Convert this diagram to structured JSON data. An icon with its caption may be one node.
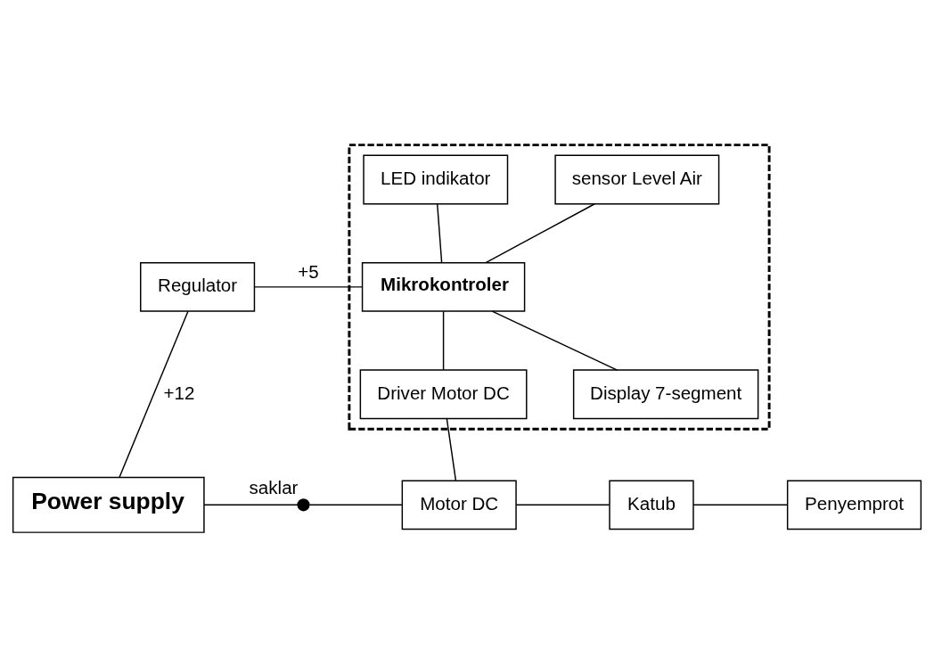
{
  "diagram": {
    "nodes": [
      {
        "text": [],
        "shape": "box"
      },
      {
        "text": [
          "sensor Level Air"
        ],
        "in": 0
      },
      {
        "text": [
          "LED indikator"
        ],
        "in": 0
      },
      {
        "text": [
          "Regulator"
        ]
      },
      {
        "text": [
          "Mikrokontroler"
        ],
        "in": 0
      },
      {
        "text": [
          "Driver Motor DC"
        ],
        "in": 0
      },
      {
        "text": [
          "Display 7-segment"
        ],
        "in": 0
      },
      {
        "text": [
          "Power supply"
        ]
      },
      {
        "text": [],
        "shape": "switch",
        "beside": [
          "saklar"
        ]
      },
      {
        "text": [
          "Motor DC"
        ]
      },
      {
        "text": [
          "Katub"
        ]
      },
      {
        "text": [
          "Penyemprot"
        ]
      }
    ],
    "edges": [
      {
        "from": 1,
        "to": 4,
        "arrow": "none"
      },
      {
        "from": 2,
        "to": 4,
        "arrow": "none"
      },
      {
        "from": 3,
        "to": 4,
        "arrow": "none",
        "label": "+5"
      },
      {
        "from": 4,
        "to": 5,
        "arrow": "none"
      },
      {
        "from": 4,
        "to": 6,
        "arrow": "none"
      },
      {
        "from": 7,
        "to": 3,
        "arrow": "none",
        "label": "+12"
      },
      {
        "from": 7,
        "to": 8,
        "arrow": "none"
      },
      {
        "from": 8,
        "to": 9,
        "arrow": "none"
      },
      {
        "from": 5,
        "to": 9,
        "arrow": "none"
      },
      {
        "from": 9,
        "to": 10,
        "arrow": "none"
      },
      {
        "from": 10,
        "to": 11,
        "arrow": "none"
      }
    ]
  }
}
